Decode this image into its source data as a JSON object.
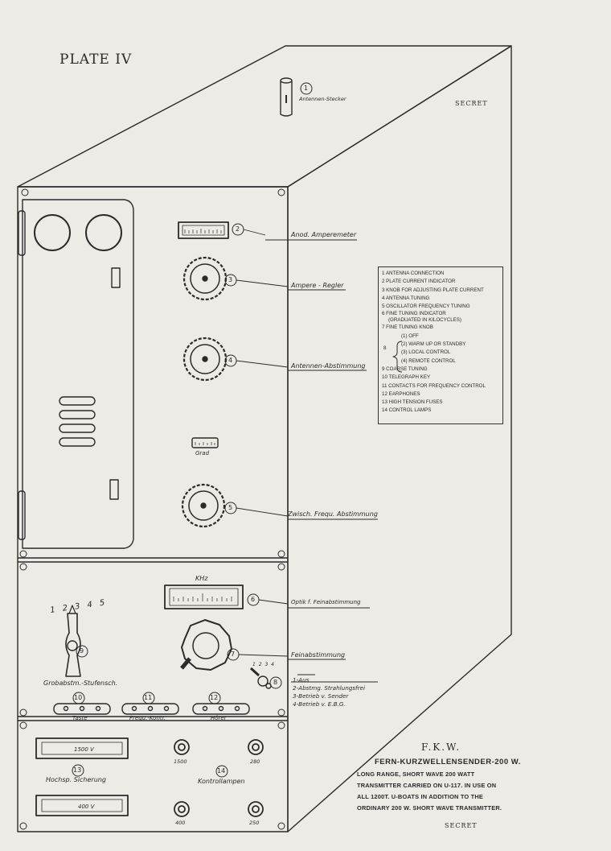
{
  "plate_title": "PLATE IV",
  "secret_top": "SECRET",
  "secret_bottom": "SECRET",
  "callouts": {
    "c1": {
      "num": "1",
      "label": "Antennen-Stecker"
    },
    "c2": {
      "num": "2",
      "label": "Anod. Amperemeter"
    },
    "c3": {
      "num": "3",
      "label": "Ampere - Regler"
    },
    "c4": {
      "num": "4",
      "label": "Antennen-Abstimmung"
    },
    "c5": {
      "num": "5",
      "label": "Zwisch. Frequ. Abstimmung"
    },
    "c6": {
      "num": "6",
      "label": "Optik f. Feinabstimmung"
    },
    "c7": {
      "num": "7",
      "label": "Feinabstimmung"
    },
    "c8": {
      "num": "8",
      "label": ""
    },
    "c9": {
      "num": "9",
      "label": "Grobabstm.-Stufensch."
    },
    "c10": {
      "num": "10",
      "label": "Taste"
    },
    "c11": {
      "num": "11",
      "label": "Frequ.-Kontr."
    },
    "c12": {
      "num": "12",
      "label": "Hörer"
    },
    "c13": {
      "num": "13",
      "label": "Hochsp. Sicherung"
    },
    "c14": {
      "num": "14",
      "label": "Kontrollampen"
    }
  },
  "small_labels": {
    "grad": "Grad",
    "khz": "KHz",
    "fuse_top": "1500 V",
    "fuse_bottom": "400 V",
    "lamp_1500": "1500",
    "lamp_280": "280",
    "lamp_400": "400",
    "lamp_250": "250",
    "dial_marks": "1 2 3 4 5",
    "switch_marks": "1 2 3 4"
  },
  "switch_positions": [
    "1-Aus",
    "2-Abstmg. Strahlungsfrei",
    "3-Betrieb v. Sender",
    "4-Betrieb v. E.B.G."
  ],
  "legend": {
    "items": [
      "1 Antenna Connection",
      "2 Plate Current Indicator",
      "3 Knob for adjusting plate current",
      "4 Antenna Tuning",
      "5 Oscillator Frequency Tuning",
      "6 Fine Tuning Indicator",
      "(Graduated in kilocycles)",
      "7 Fine Tuning Knob"
    ],
    "item8_num": "8",
    "item8_sub": [
      "(1) Off",
      "(2) Warm up or standby",
      "(3) Local Control",
      "(4) Remote Control"
    ],
    "items_after": [
      "9 Coarse Tuning",
      "10 Telegraph Key",
      "11 Contacts for Frequency Control",
      "12 Earphones",
      "13 High Tension Fuses",
      "14 Control Lamps"
    ]
  },
  "caption": {
    "fkw": "F.K.W.",
    "title": "FERN-KURZWELLENSENDER-200 W.",
    "lines": [
      "Long Range, Short Wave 200 Watt",
      "Transmitter Carried on U-117. In use on",
      "all 1200T. U-Boats in addition to the",
      "ordinary 200 W. Short Wave Transmitter."
    ]
  }
}
